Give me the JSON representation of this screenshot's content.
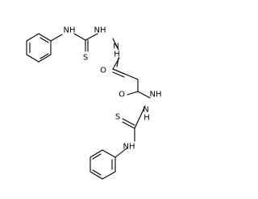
{
  "structure": {
    "atom_labels": [
      {
        "id": "nh-top-aniline",
        "text": "NH"
      },
      {
        "id": "nh-top-1",
        "text": "NH"
      },
      {
        "id": "n-top-2",
        "text": "N"
      },
      {
        "id": "h-top-2",
        "text": "H"
      },
      {
        "id": "s-top",
        "text": "S"
      },
      {
        "id": "o-top",
        "text": "O"
      },
      {
        "id": "o-bottom",
        "text": "O"
      },
      {
        "id": "nh-bottom-1",
        "text": "NH"
      },
      {
        "id": "n-bottom-2",
        "text": "N"
      },
      {
        "id": "h-bottom-2",
        "text": "H"
      },
      {
        "id": "s-bottom",
        "text": "S"
      },
      {
        "id": "nh-bottom-aniline",
        "text": "NH"
      }
    ]
  }
}
